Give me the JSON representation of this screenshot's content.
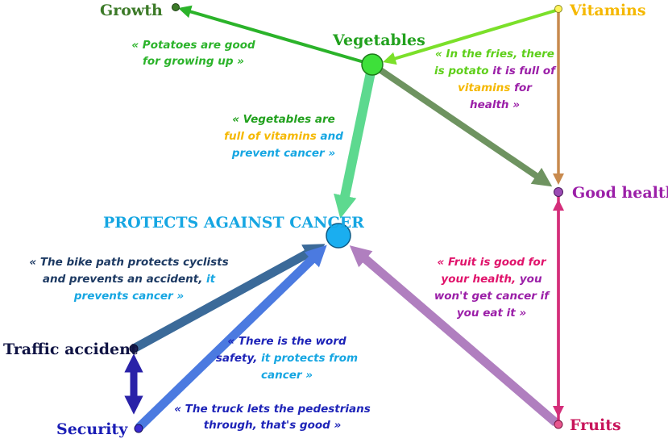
{
  "colors": {
    "growth": "#3c7a28",
    "vegetables": "#22a11e",
    "vitamins": "#f5b800",
    "good_health": "#9b1fa8",
    "cancer": "#16a6e2",
    "traffic": "#101444",
    "security": "#1a1db5",
    "fruits": "#c8145a",
    "fries_quote": "#5ecf1a",
    "fruit_quote": "#e0136b",
    "safety_quote": "#1e24b8"
  },
  "nodes": {
    "growth": "Growth",
    "vegetables": "Vegetables",
    "vitamins": "Vitamins",
    "good_health": "Good health",
    "cancer": "PROTECTS AGAINST CANCER",
    "traffic": "Traffic accident",
    "security": "Security",
    "fruits": "Fruits"
  },
  "quotes": {
    "potatoes": [
      "« Potatoes are good",
      "for growing up »"
    ],
    "fries": {
      "l1": "« In the fries, there",
      "l2a": "is potato ",
      "l2b": "it is full of",
      "l3a": "vitamins ",
      "l3b": "for",
      "l4": "health »"
    },
    "veg": {
      "l1": "« Vegetables are",
      "l2a": "full of vitamins ",
      "l2b": "and",
      "l3": "prevent cancer »"
    },
    "bike": {
      "l1": "« The bike path protects cyclists",
      "l2": "and prevents an accident, ",
      "l2b": "it",
      "l3": "prevents cancer »"
    },
    "safety": {
      "l1": "« There is the word",
      "l2a": "safety, ",
      "l2b": "it protects from",
      "l3": "cancer »"
    },
    "truck": [
      "« The truck lets the pedestrians",
      "through, that's good »"
    ],
    "fruit": {
      "l1": "« Fruit is good for",
      "l2a": "your health, ",
      "l2b": "you",
      "l3": "won't get cancer if",
      "l4": "you eat it »"
    }
  }
}
